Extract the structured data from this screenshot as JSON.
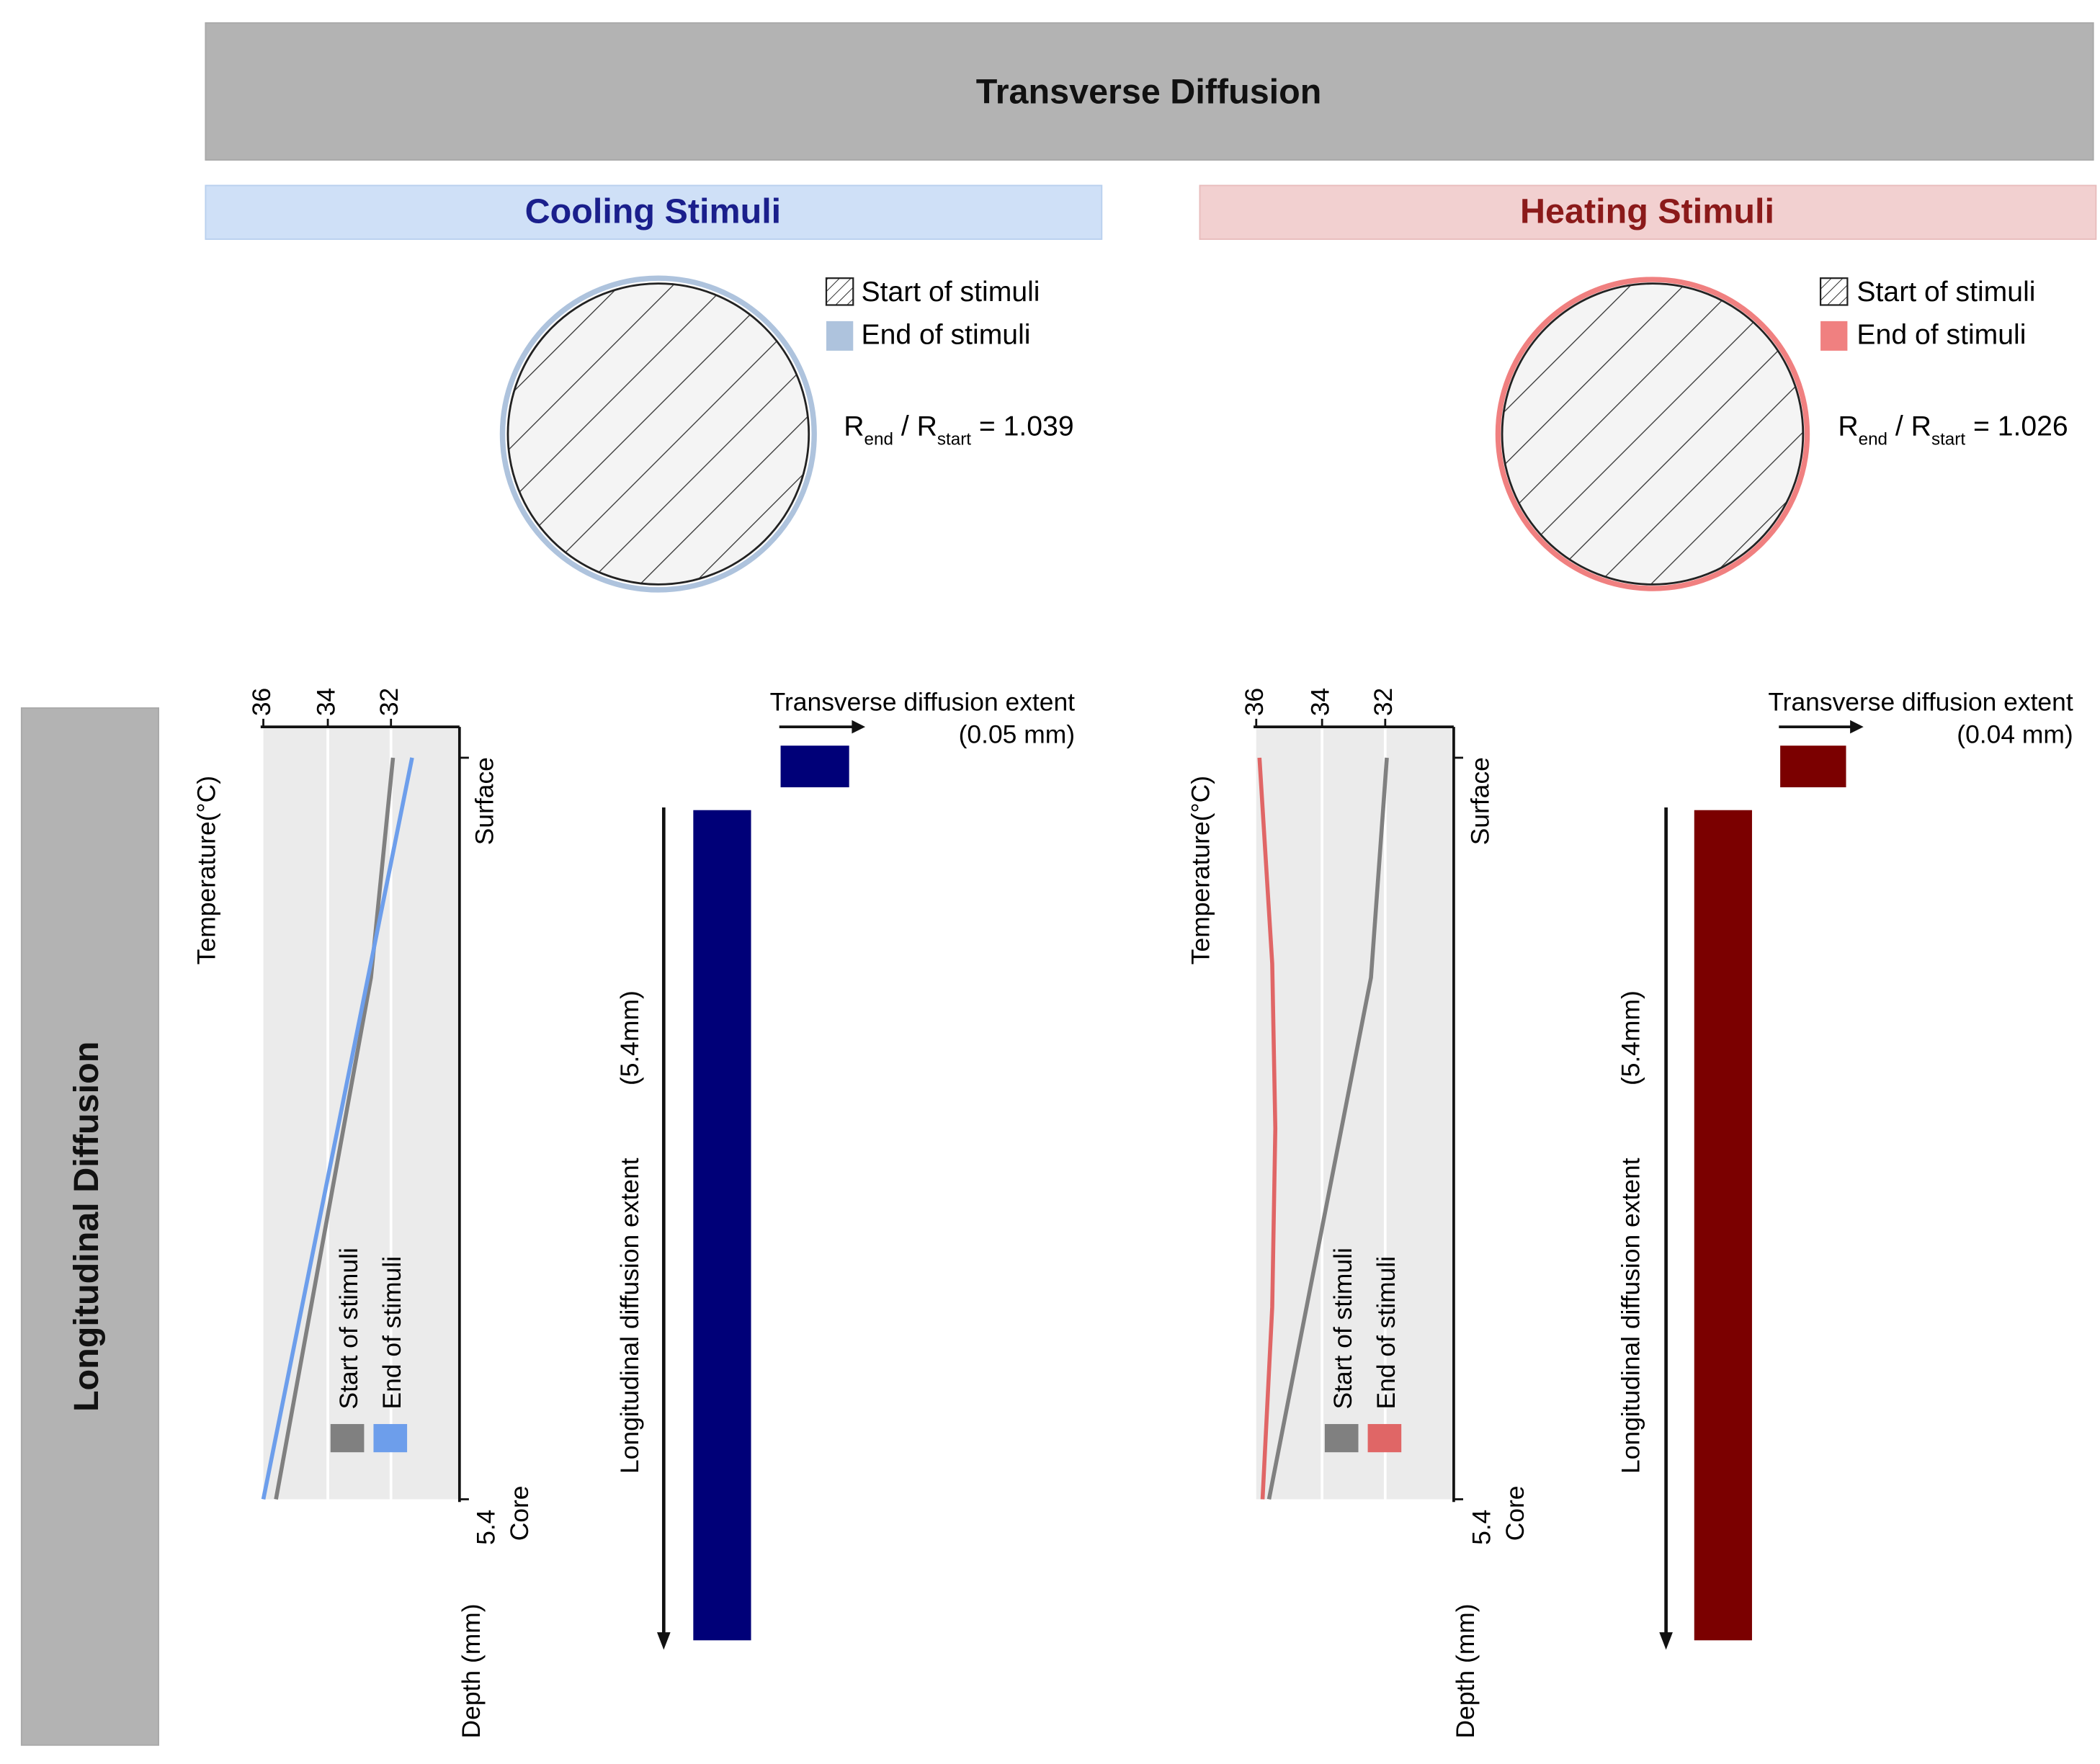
{
  "header": {
    "title": "Transverse Diffusion"
  },
  "side_label": "Longitudinal Diffusion",
  "cooling": {
    "title": "Cooling Stimuli",
    "legend_start": "Start of stimuli",
    "legend_end": "End of stimuli",
    "ratio": {
      "r1": "R",
      "sub1": "end",
      "slash": " / R",
      "sub2": "start",
      "value": " = 1.039"
    },
    "trans_label": "Transverse diffusion extent",
    "trans_value": "(0.05 mm)",
    "long_label": "Longitudinal diffusion extent",
    "long_value": "(5.4mm)",
    "colors": {
      "end_circle": "#aec3dd",
      "end_line": "#6d9eeb",
      "bar": "#000078"
    }
  },
  "heating": {
    "title": "Heating Stimuli",
    "legend_start": "Start of stimuli",
    "legend_end": "End of stimuli",
    "ratio": {
      "r1": "R",
      "sub1": "end",
      "slash": " / R",
      "sub2": "start",
      "value": " = 1.026"
    },
    "trans_label": "Transverse diffusion extent",
    "trans_value": "(0.04 mm)",
    "long_label": "Longitudinal diffusion extent",
    "long_value": "(5.4mm)",
    "colors": {
      "end_circle": "#f08080",
      "end_line": "#e06666",
      "bar": "#7b0000"
    }
  },
  "chart_data": [
    {
      "type": "line",
      "title": "",
      "xlabel": "Temperature(°C)",
      "ylabel": "Depth (mm)",
      "x_ticks": [
        "36",
        "34",
        "32"
      ],
      "y_ticks": [
        "Surface",
        "5.4",
        "Core"
      ],
      "xlim": [
        36.1,
        29.9
      ],
      "ylim": [
        0,
        5.4
      ],
      "series": [
        {
          "name": "Start of stimuli",
          "color": "#808080",
          "points": [
            [
              32.0,
              0
            ],
            [
              32.7,
              1.6
            ],
            [
              35.7,
              5.4
            ]
          ]
        },
        {
          "name": "End of stimuli",
          "color": "#6d9eeb",
          "points": [
            [
              31.4,
              0
            ],
            [
              36.1,
              5.4
            ]
          ]
        }
      ]
    },
    {
      "type": "line",
      "title": "",
      "xlabel": "Temperature(°C)",
      "ylabel": "Depth (mm)",
      "x_ticks": [
        "36",
        "34",
        "32"
      ],
      "y_ticks": [
        "Surface",
        "5.4",
        "Core"
      ],
      "xlim": [
        36.1,
        29.9
      ],
      "ylim": [
        0,
        5.4
      ],
      "series": [
        {
          "name": "Start of stimuli",
          "color": "#808080",
          "points": [
            [
              32.0,
              0
            ],
            [
              32.5,
              1.6
            ],
            [
              35.7,
              5.4
            ]
          ]
        },
        {
          "name": "End of stimuli",
          "color": "#e06666",
          "points": [
            [
              36.0,
              0
            ],
            [
              35.6,
              1.5
            ],
            [
              35.5,
              2.7
            ],
            [
              35.6,
              4.0
            ],
            [
              35.9,
              5.4
            ]
          ]
        }
      ]
    }
  ]
}
